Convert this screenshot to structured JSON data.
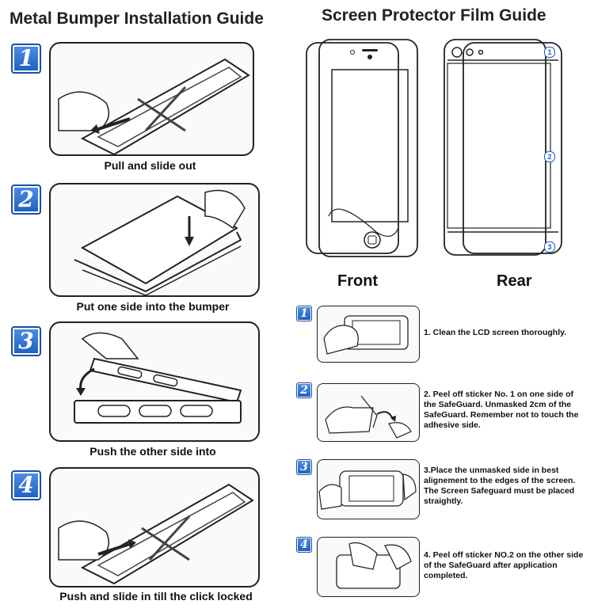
{
  "left": {
    "title": "Metal Bumper Installation Guide",
    "steps": [
      {
        "number": "1",
        "caption": "Pull and slide out"
      },
      {
        "number": "2",
        "caption": "Put one side into the bumper"
      },
      {
        "number": "3",
        "caption": "Push the other side into"
      },
      {
        "number": "4",
        "caption": "Push and slide in till the click locked"
      }
    ]
  },
  "right": {
    "title": "Screen Protector Film Guide",
    "front_label": "Front",
    "rear_label": "Rear",
    "rear_markers": [
      "1",
      "2",
      "3"
    ],
    "steps": [
      {
        "number": "1",
        "text": "1. Clean the LCD screen thoroughly."
      },
      {
        "number": "2",
        "text": "2. Peel off sticker No. 1 on one side of the SafeGuard. Unmasked 2cm of the SafeGuard. Remember not to touch the adhesive side."
      },
      {
        "number": "3",
        "text": "3.Place the unmasked side in best alignement to the edges of the screen. The Screen Safeguard must be placed straightly."
      },
      {
        "number": "4",
        "text": "4. Peel off sticker NO.2 on the other side of the SafeGuard after application completed."
      }
    ]
  },
  "colors": {
    "badge": "#2a6bd0",
    "line": "#222222"
  }
}
